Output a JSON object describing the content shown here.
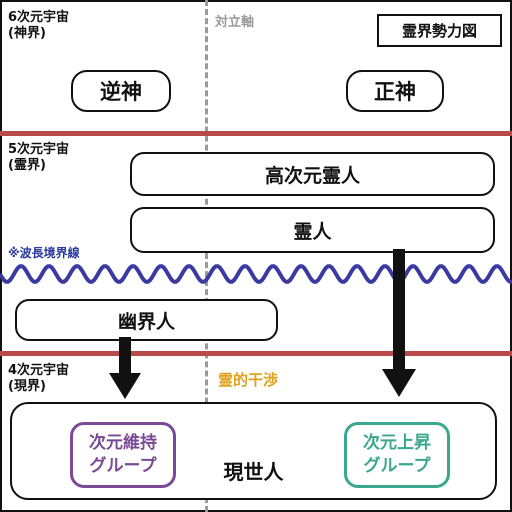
{
  "axis_label": "対立軸",
  "legend_title": "霊界勢力図",
  "levels": {
    "dim6": {
      "name": "6次元宇宙",
      "sub": "(神界)"
    },
    "dim5": {
      "name": "5次元宇宙",
      "sub": "(霊界)"
    },
    "dim4": {
      "name": "4次元宇宙",
      "sub": "(現界)"
    }
  },
  "gods": {
    "reverse": "逆神",
    "righteous": "正神"
  },
  "beings": {
    "higher": "高次元霊人",
    "spirit": "霊人",
    "netherworld": "幽界人",
    "present": "現世人"
  },
  "wave_note": "※波長境界線",
  "interference": "霊的干渉",
  "groups": {
    "maintain": {
      "line1": "次元維持",
      "line2": "グループ",
      "color": "#7a4a96"
    },
    "ascend": {
      "line1": "次元上昇",
      "line2": "グループ",
      "color": "#3aa88e"
    }
  },
  "colors": {
    "boundary": "#b84a4a",
    "wave": "#3a3aa0",
    "axis": "#9a9a9a",
    "interference": "#e0a21a"
  }
}
